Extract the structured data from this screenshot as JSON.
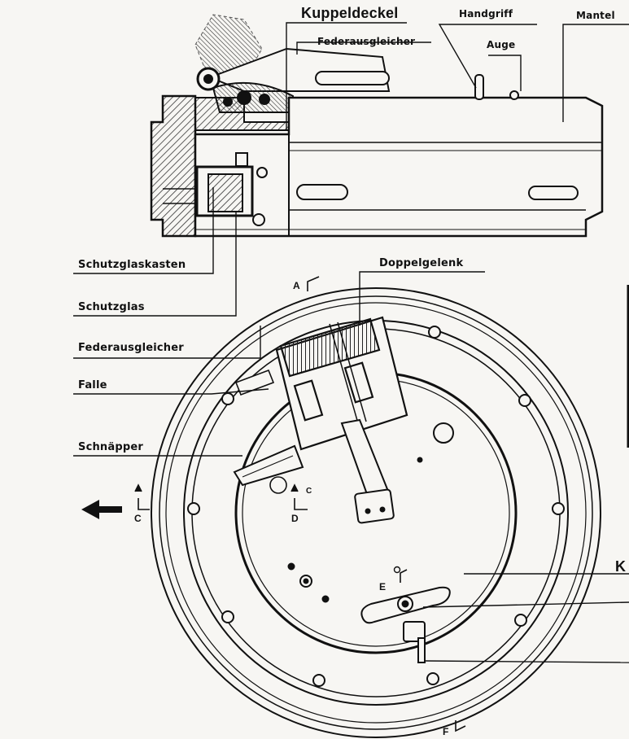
{
  "labels": {
    "kuppeldeckel": "Kuppeldeckel",
    "handgriff": "Handgriff",
    "mantel": "Mantel",
    "federausgleicher_top": "Federausgleicher",
    "auge": "Auge",
    "schutzglaskasten": "Schutzglaskasten",
    "doppelgelenk": "Doppelgelenk",
    "schutzglas": "Schutzglas",
    "federausgleicher": "Federausgleicher",
    "falle": "Falle",
    "schnapper": "Schnäpper",
    "k_partial": "K"
  },
  "section_marks": {
    "a": "A",
    "c_left": "C",
    "c_small": "C",
    "d": "D",
    "e": "E",
    "f": "F"
  },
  "colors": {
    "ink": "#111111",
    "paper": "#f7f6f3",
    "hatch": "#333333"
  }
}
